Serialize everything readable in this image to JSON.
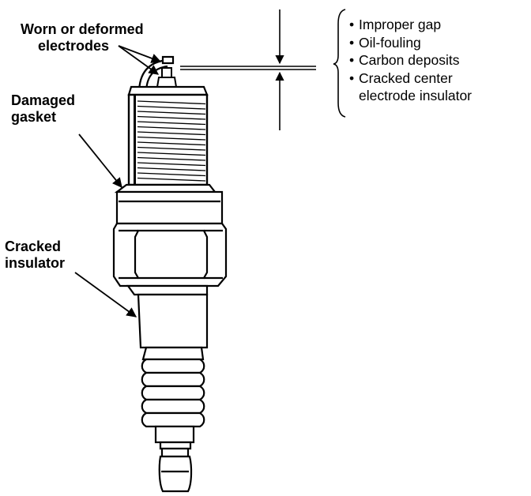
{
  "labels": {
    "electrodes": {
      "line1": "Worn or deformed",
      "line2": "electrodes"
    },
    "gasket": {
      "line1": "Damaged",
      "line2": "gasket"
    },
    "insulator": {
      "line1": "Cracked",
      "line2": "insulator"
    }
  },
  "checks": {
    "bullet": "•",
    "items": [
      "Improper gap",
      "Oil-fouling",
      "Carbon deposits",
      "Cracked center"
    ],
    "continuation": "electrode insulator"
  }
}
